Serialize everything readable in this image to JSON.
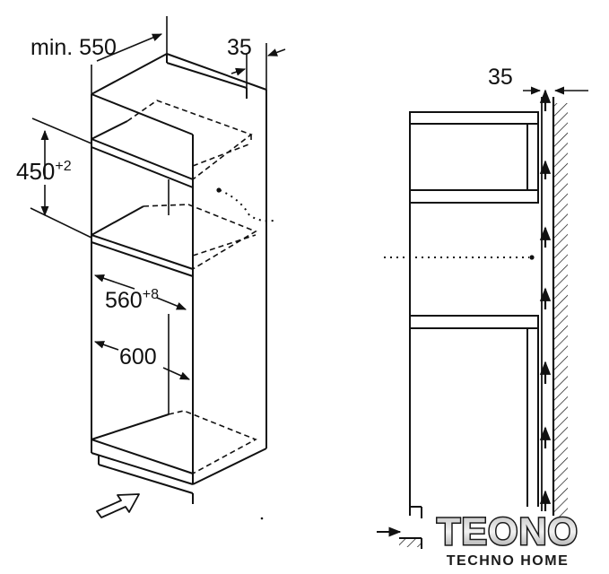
{
  "labels": {
    "min_depth": "min. 550",
    "vent_gap_left": "35",
    "niche_height_base": "450",
    "niche_height_tol": "+2",
    "niche_width_base": "560",
    "niche_width_tol": "+8",
    "cabinet_width": "600",
    "vent_gap_right": "35"
  },
  "logo": {
    "main": "TEONO",
    "sub": "TECHNO HOME"
  },
  "colors": {
    "line": "#111111",
    "logo_fill": "#1a1a1a"
  }
}
